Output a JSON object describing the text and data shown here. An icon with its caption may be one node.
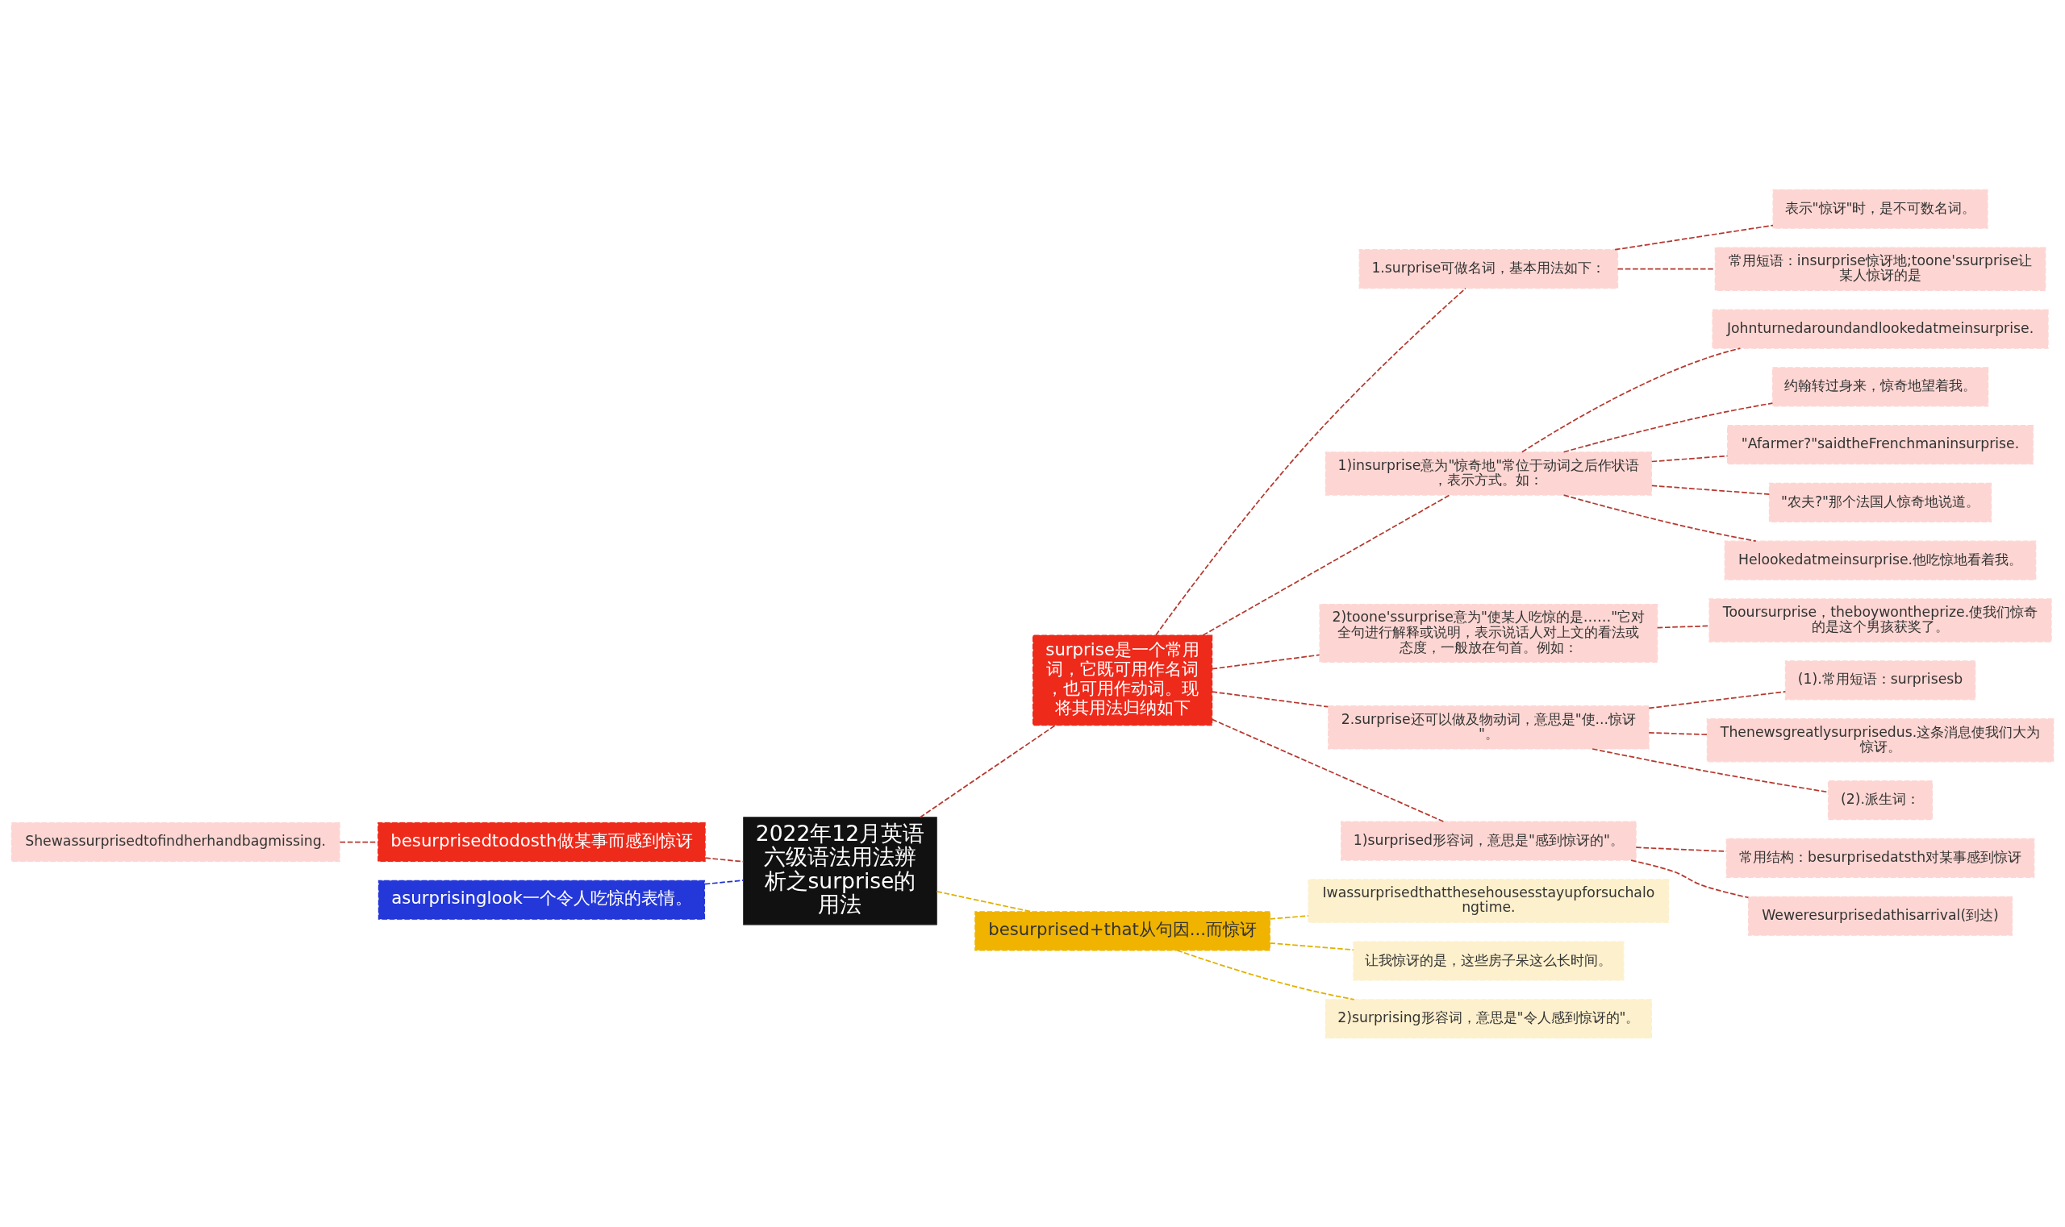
{
  "diagram": {
    "nodes": [
      {
        "text": [
          "2022年12月英语六级语法用法辨析之surprise的用法"
        ]
      },
      {
        "text": [
          "surprise是一个常用词，它既可用作名词，也可用作动词。现将其用法归纳如下"
        ]
      },
      {
        "text": [
          "1.surprise可做名词，基本用法如下："
        ]
      },
      {
        "text": [
          "表示\"惊讶\"时，是不可数名词。"
        ]
      },
      {
        "text": [
          "常用短语：insurprise惊讶地;toone'ssurprise让某人惊讶的是"
        ]
      },
      {
        "text": [
          "1)insurprise意为\"惊奇地\"常位于动词之后作状语，表示方式。如："
        ]
      },
      {
        "text": [
          "Johnturnedaroundandlookedatmeinsurprise."
        ]
      },
      {
        "text": [
          "约翰转过身来，惊奇地望着我。"
        ]
      },
      {
        "text": [
          "\"Afarmer?\"saidtheFrenchmaninsurprise."
        ]
      },
      {
        "text": [
          "\"农夫?\"那个法国人惊奇地说道。"
        ]
      },
      {
        "text": [
          "Helookedatmeinsurprise.他吃惊地看着我。"
        ]
      },
      {
        "text": [
          "2)toone'ssurprise意为\"使某人吃惊的是……\"它对全句进行解释或说明，表示说话人对上文的看法或态度，一般放在句首。例如："
        ]
      },
      {
        "text": [
          "Tooursurprise，theboywontheprize.使我们惊奇的是这个男孩获奖了。"
        ]
      },
      {
        "text": [
          "2.surprise还可以做及物动词，意思是\"使...惊讶\"。"
        ]
      },
      {
        "text": [
          "(1).常用短语：surprisesb"
        ]
      },
      {
        "text": [
          "Thenewsgreatlysurprisedus.这条消息使我们大为惊讶。"
        ]
      },
      {
        "text": [
          "(2).派生词："
        ]
      },
      {
        "text": [
          "1)surprised形容词，意思是\"感到惊讶的\"。"
        ]
      },
      {
        "text": [
          "常用结构：besurprisedatsth对某事感到惊讶"
        ]
      },
      {
        "text": [
          "Weweresurprisedathisarrival(到达)"
        ]
      },
      {
        "text": [
          "besurprised+that从句因...而惊讶"
        ]
      },
      {
        "text": [
          "Iwassurprisedthatthesehousesstayupforsuchalongtime."
        ]
      },
      {
        "text": [
          "让我惊讶的是，这些房子呆这么长时间。"
        ]
      },
      {
        "text": [
          "2)surprising形容词，意思是\"令人感到惊讶的\"。"
        ]
      },
      {
        "text": [
          "besurprisedtodosth做某事而感到惊讶"
        ]
      },
      {
        "text": [
          "asurprisinglook一个令人吃惊的表情。"
        ]
      },
      {
        "text": [
          "Shewassurprisedtofindherhandbagmissing."
        ]
      }
    ],
    "edges": [
      {
        "from": 0,
        "to": 1,
        "arrow": "none",
        "style": "dashed"
      },
      {
        "from": 1,
        "to": 2,
        "arrow": "none",
        "style": "dashed"
      },
      {
        "from": 2,
        "to": 3,
        "arrow": "none",
        "style": "dashed"
      },
      {
        "from": 2,
        "to": 4,
        "arrow": "none",
        "style": "dashed"
      },
      {
        "from": 1,
        "to": 5,
        "arrow": "none",
        "style": "dashed"
      },
      {
        "from": 5,
        "to": 6,
        "arrow": "none",
        "style": "dashed"
      },
      {
        "from": 5,
        "to": 7,
        "arrow": "none",
        "style": "dashed"
      },
      {
        "from": 5,
        "to": 8,
        "arrow": "none",
        "style": "dashed"
      },
      {
        "from": 5,
        "to": 9,
        "arrow": "none",
        "style": "dashed"
      },
      {
        "from": 5,
        "to": 10,
        "arrow": "none",
        "style": "dashed"
      },
      {
        "from": 1,
        "to": 11,
        "arrow": "none",
        "style": "dashed"
      },
      {
        "from": 11,
        "to": 12,
        "arrow": "none",
        "style": "dashed"
      },
      {
        "from": 1,
        "to": 13,
        "arrow": "none",
        "style": "dashed"
      },
      {
        "from": 13,
        "to": 14,
        "arrow": "none",
        "style": "dashed"
      },
      {
        "from": 13,
        "to": 15,
        "arrow": "none",
        "style": "dashed"
      },
      {
        "from": 13,
        "to": 16,
        "arrow": "none",
        "style": "dashed"
      },
      {
        "from": 1,
        "to": 17,
        "arrow": "none",
        "style": "dashed"
      },
      {
        "from": 17,
        "to": 18,
        "arrow": "none",
        "style": "dashed"
      },
      {
        "from": 17,
        "to": 19,
        "arrow": "none",
        "style": "dashed"
      },
      {
        "from": 0,
        "to": 20,
        "arrow": "none",
        "style": "dashed",
        "color": "#e0b000"
      },
      {
        "from": 20,
        "to": 21,
        "arrow": "none",
        "style": "dashed",
        "color": "#e0b000"
      },
      {
        "from": 20,
        "to": 22,
        "arrow": "none",
        "style": "dashed",
        "color": "#e0b000"
      },
      {
        "from": 20,
        "to": 23,
        "arrow": "none",
        "style": "dashed",
        "color": "#e0b000"
      },
      {
        "from": 0,
        "to": 24,
        "arrow": "none",
        "style": "dashed"
      },
      {
        "from": 0,
        "to": 25,
        "arrow": "none",
        "style": "dashed",
        "color": "#2233cc"
      },
      {
        "from": 24,
        "to": 26,
        "arrow": "none",
        "style": "dashed"
      }
    ]
  }
}
